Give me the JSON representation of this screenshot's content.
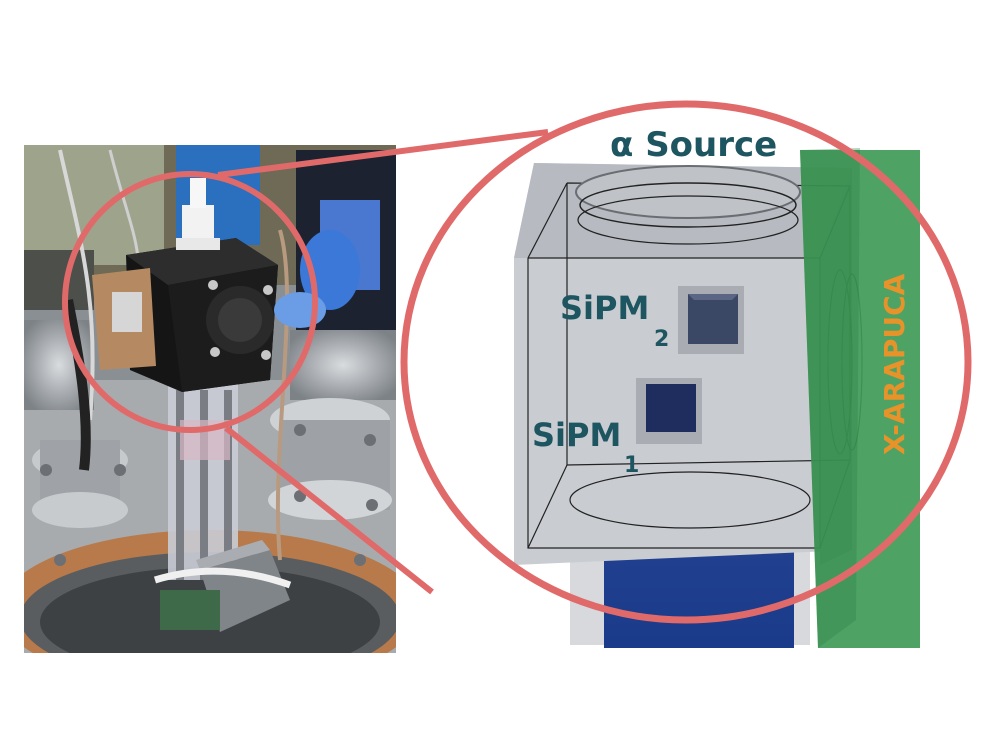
{
  "labels": {
    "source": "α Source",
    "sipm2_main": "SiPM",
    "sipm2_sub": "2",
    "sipm1_main": "SiPM",
    "sipm1_sub": "1",
    "xarapuca": "X-ARAPUCA"
  },
  "colors": {
    "text_teal": "#1d5560",
    "xarapuca_text": "#e8922a",
    "highlight_ring": "#e06a6a",
    "green_panel": "#3d9a55",
    "cube_gray": "#c9ccd1",
    "cylinder_blue": "#1f3c8c"
  }
}
